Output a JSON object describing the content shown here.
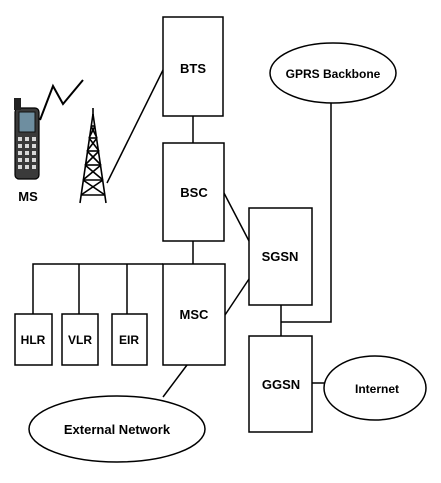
{
  "nodes": {
    "bts": "BTS",
    "bsc": "BSC",
    "msc": "MSC",
    "sgsn": "SGSN",
    "ggsn": "GGSN",
    "hlr": "HLR",
    "vlr": "VLR",
    "eir": "EIR",
    "ms": "MS",
    "gprs_backbone": "GPRS Backbone",
    "internet": "Internet",
    "external_network": "External Network"
  },
  "icons": [
    "mobile-phone-icon",
    "cell-tower-icon",
    "lightning-bolt-icon"
  ]
}
